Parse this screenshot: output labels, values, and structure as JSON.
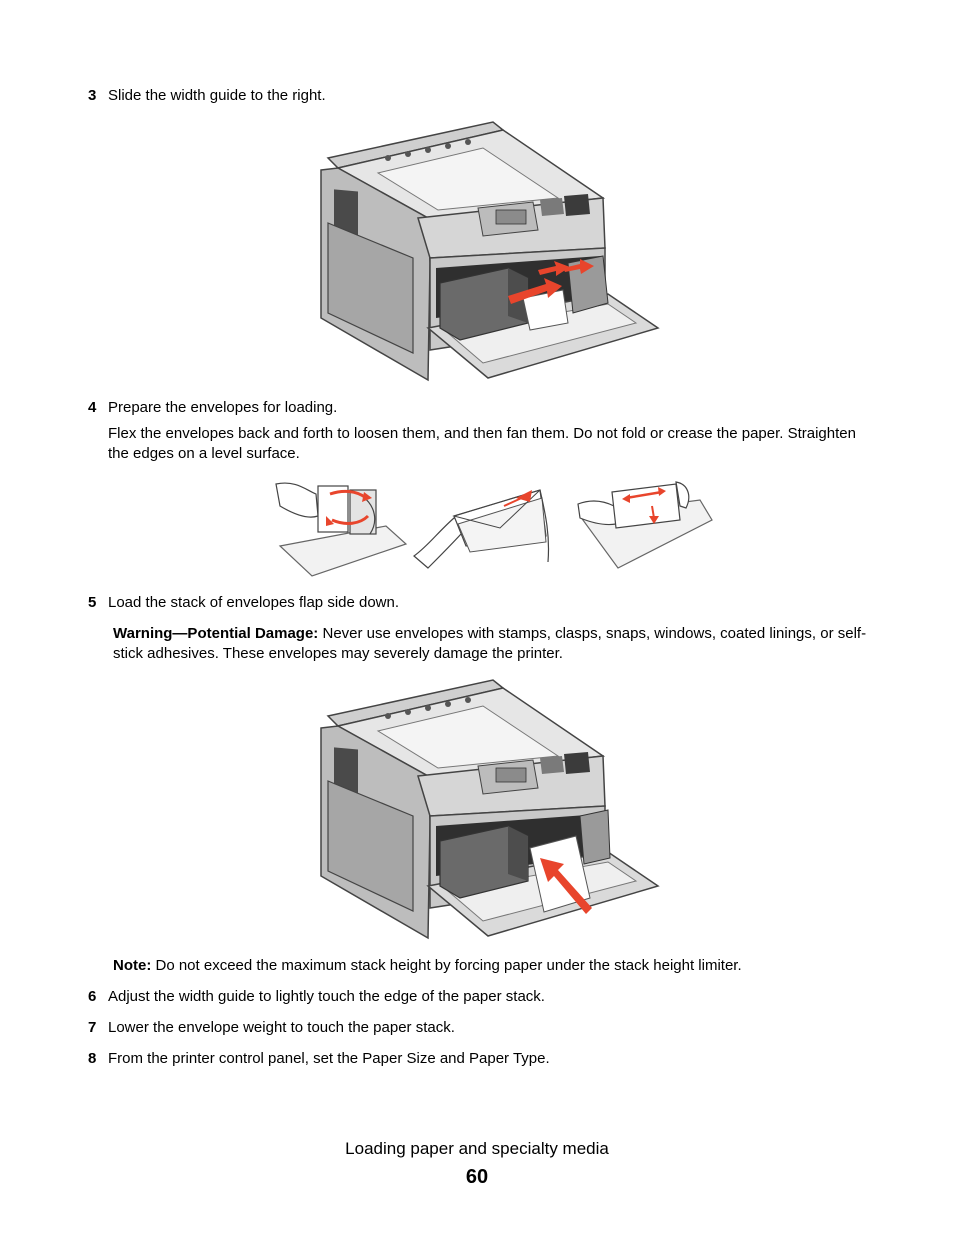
{
  "steps": [
    {
      "number": "3",
      "text": "Slide the width guide to the right."
    },
    {
      "number": "4",
      "text": "Prepare the envelopes for loading.",
      "detail": "Flex the envelopes back and forth to loosen them, and then fan them. Do not fold or crease the paper. Straighten the edges on a level surface."
    },
    {
      "number": "5",
      "text": "Load the stack of envelopes flap side down."
    },
    {
      "number": "6",
      "text": "Adjust the width guide to lightly touch the edge of the paper stack."
    },
    {
      "number": "7",
      "text": "Lower the envelope weight to touch the paper stack."
    },
    {
      "number": "8",
      "text": "From the printer control panel, set the Paper Size and Paper Type."
    }
  ],
  "warning": {
    "label": "Warning—Potential Damage:",
    "text": " Never use envelopes with stamps, clasps, snaps, windows, coated linings, or self-stick adhesives. These envelopes may severely damage the printer."
  },
  "note": {
    "label": "Note:",
    "text": " Do not exceed the maximum stack height by forcing paper under the stack height limiter."
  },
  "footer": {
    "section_title": "Loading paper and specialty media",
    "page_number": "60"
  },
  "colors": {
    "arrow_red": "#e8452c",
    "printer_light": "#d8d8d8",
    "printer_mid": "#a9a9a9",
    "printer_dark": "#5a5a5a"
  }
}
